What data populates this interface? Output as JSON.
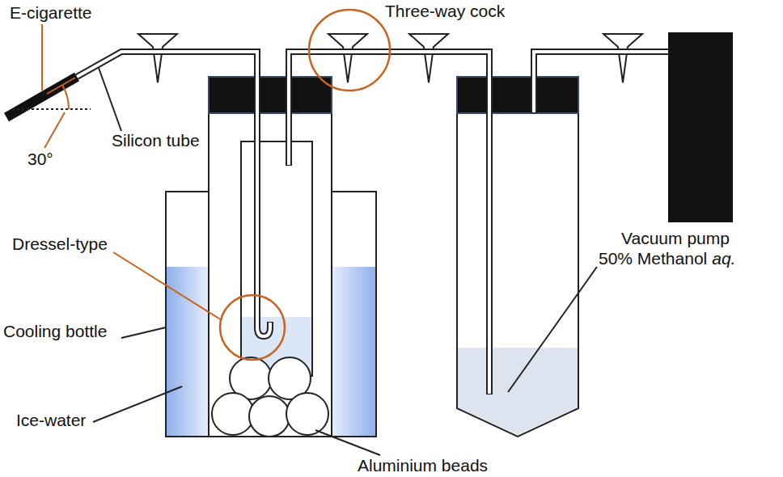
{
  "diagram": {
    "nodes": [
      {
        "text": [
          "Vacuum pump"
        ]
      }
    ],
    "labels": [
      "E-cigarette",
      "Three-way cock",
      "Silicon tube",
      "30°",
      "Dressel-type",
      "Cooling bottle",
      "Ice-water",
      "50% Methanol",
      "aq.",
      "Aluminium beads"
    ]
  }
}
